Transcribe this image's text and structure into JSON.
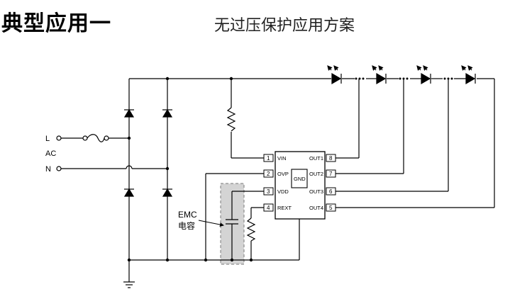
{
  "header": {
    "title": "典型应用一",
    "subtitle": "无过压保护应用方案"
  },
  "terminals": {
    "line": "L",
    "ac": "AC",
    "neutral": "N"
  },
  "ic": {
    "gnd_label": "GND",
    "left_pins": [
      {
        "num": "1",
        "name": "VIN"
      },
      {
        "num": "2",
        "name": "OVP"
      },
      {
        "num": "3",
        "name": "VDD"
      },
      {
        "num": "4",
        "name": "REXT"
      }
    ],
    "right_pins": [
      {
        "num": "8",
        "name": "OUT1"
      },
      {
        "num": "7",
        "name": "OUT2"
      },
      {
        "num": "6",
        "name": "OUT3"
      },
      {
        "num": "5",
        "name": "OUT4"
      }
    ]
  },
  "emc": {
    "line1": "EMC",
    "line2": "电容"
  },
  "colors": {
    "wire": "#000000",
    "emc_box_fill": "#d4d4d4",
    "emc_box_border": "#7a7a7a"
  }
}
